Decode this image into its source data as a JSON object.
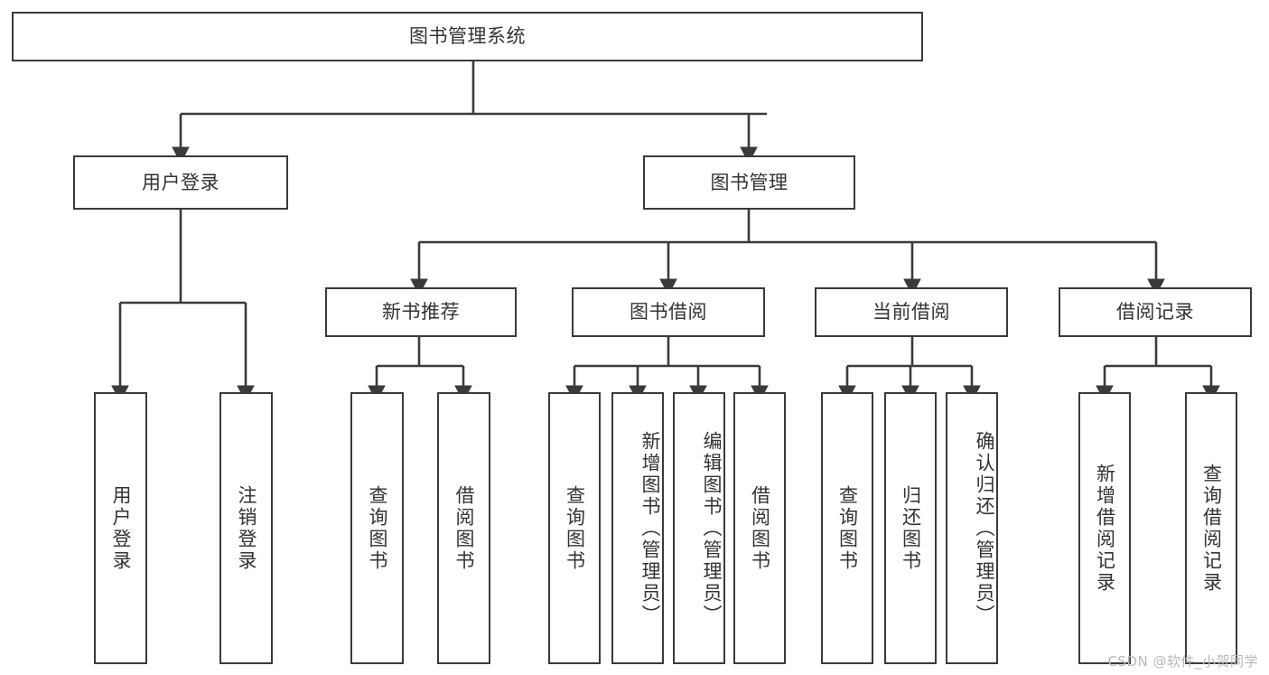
{
  "diagram": {
    "type": "tree-hierarchy",
    "title": "图书管理系统",
    "orientation": "top-down",
    "colors": {
      "stroke": "#3a3a3a",
      "box_fill": "#ffffff",
      "text": "#333333",
      "background": "#ffffff",
      "watermark": "#b9b9b9"
    },
    "watermark": "CSDN @软件_小贺同学",
    "nodes": {
      "root": {
        "label": "图书管理系统"
      },
      "level1": [
        {
          "id": "user-login",
          "label": "用户登录"
        },
        {
          "id": "book-management",
          "label": "图书管理"
        }
      ],
      "level2": [
        {
          "id": "new-book-recommend",
          "label": "新书推荐",
          "parent": "book-management"
        },
        {
          "id": "book-borrow",
          "label": "图书借阅",
          "parent": "book-management"
        },
        {
          "id": "current-borrow",
          "label": "当前借阅",
          "parent": "book-management"
        },
        {
          "id": "borrow-record",
          "label": "借阅记录",
          "parent": "book-management"
        }
      ],
      "leaves": {
        "user_login": [
          {
            "id": "leaf-user-login",
            "label": "用户登录"
          },
          {
            "id": "leaf-logout-login",
            "label": "注销登录"
          }
        ],
        "new_book_recommend": [
          {
            "id": "leaf-query-book-1",
            "label": "查询图书"
          },
          {
            "id": "leaf-borrow-book-1",
            "label": "借阅图书"
          }
        ],
        "book_borrow": [
          {
            "id": "leaf-query-book-2",
            "label": "查询图书"
          },
          {
            "id": "leaf-add-book",
            "label": "新增图书（管理员）"
          },
          {
            "id": "leaf-edit-book",
            "label": "编辑图书（管理员）"
          },
          {
            "id": "leaf-borrow-book-2",
            "label": "借阅图书"
          }
        ],
        "current_borrow": [
          {
            "id": "leaf-query-book-3",
            "label": "查询图书"
          },
          {
            "id": "leaf-return-book",
            "label": "归还图书"
          },
          {
            "id": "leaf-confirm-return",
            "label": "确认归还（管理员）"
          }
        ],
        "borrow_record": [
          {
            "id": "leaf-add-record",
            "label": "新增借阅记录"
          },
          {
            "id": "leaf-query-record",
            "label": "查询借阅记录"
          }
        ]
      }
    }
  }
}
